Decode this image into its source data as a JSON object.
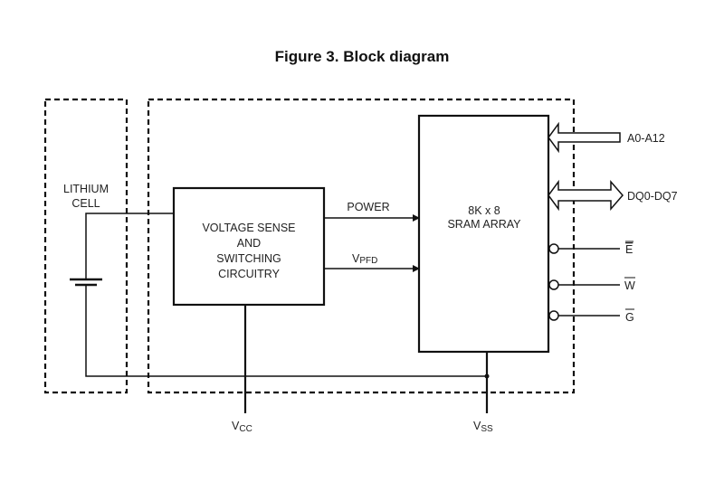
{
  "figure": {
    "title": "Figure 3. Block diagram"
  },
  "lithium_cell": {
    "label_line1": "LITHIUM",
    "label_line2": "CELL"
  },
  "voltage_sense_block": {
    "line1": "VOLTAGE SENSE",
    "line2": "AND",
    "line3": "SWITCHING",
    "line4": "CIRCUITRY"
  },
  "sram_block": {
    "line1": "8K x 8",
    "line2": "SRAM ARRAY"
  },
  "signals": {
    "power": "POWER",
    "vpfd_main": "V",
    "vpfd_sub": "PFD",
    "address_bus": "A0-A12",
    "data_bus": "DQ0-DQ7",
    "chip_enable": "E",
    "write_enable": "W",
    "output_enable": "G",
    "vcc_main": "V",
    "vcc_sub": "CC",
    "vss_main": "V",
    "vss_sub": "SS"
  }
}
